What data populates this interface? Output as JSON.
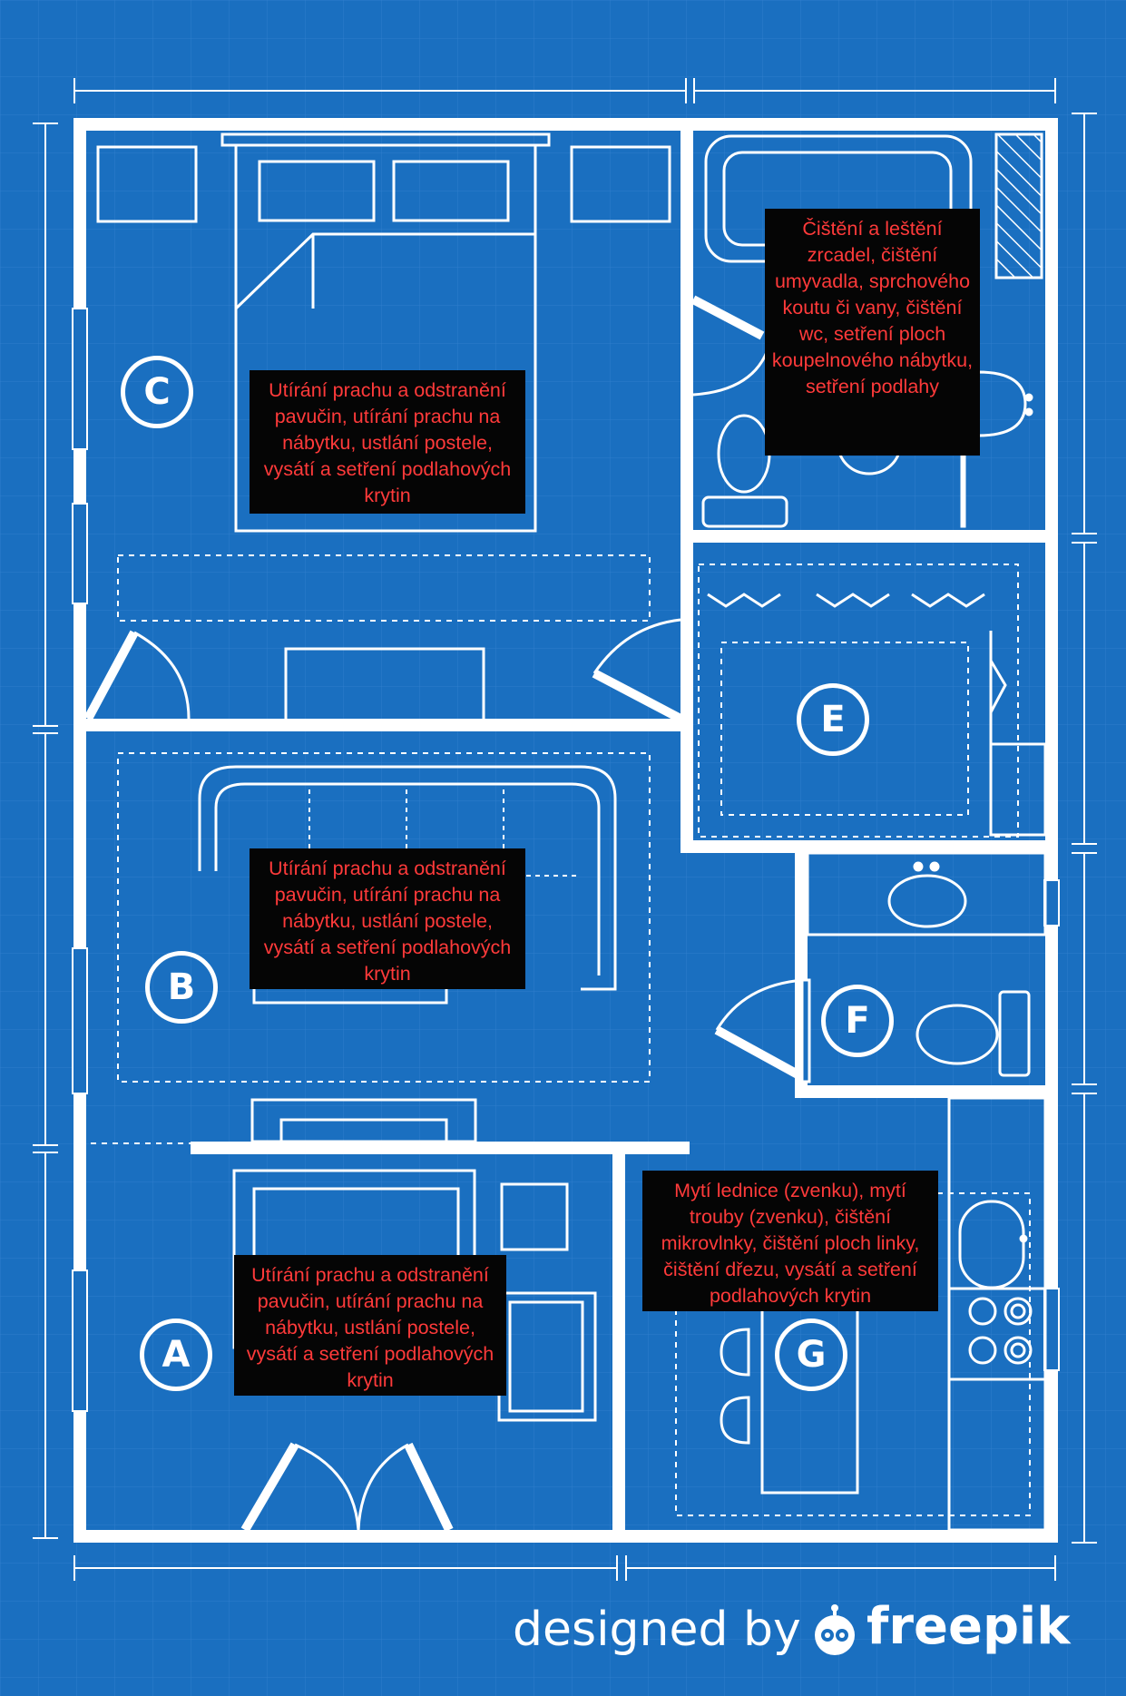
{
  "rooms": {
    "A": {
      "letter": "A",
      "note": "Utírání prachu a odstranění pavučin, utírání prachu na nábytku, ustlání postele, vysátí a setření podlahových krytin"
    },
    "B": {
      "letter": "B",
      "note": "Utírání prachu a odstranění pavučin, utírání prachu na nábytku, ustlání postele, vysátí a setření podlahových krytin"
    },
    "C": {
      "letter": "C",
      "note": "Utírání prachu a odstranění pavučin, utírání prachu na nábytku, ustlání postele, vysátí a setření podlahových krytin"
    },
    "E": {
      "letter": "E"
    },
    "F": {
      "letter": "F"
    },
    "G": {
      "letter": "G",
      "note": "Mytí lednice (zvenku), mytí trouby (zvenku), čištění mikrovlnky, čištění ploch linky, čištění dřezu, vysátí a setření podlahových krytin"
    },
    "bathroom": {
      "note": "Čištění a leštění zrcadel, čištění umyvadla, sprchového koutu či vany, čištění wc, setření ploch koupelnového nábytku, setření podlahy"
    }
  },
  "credit": {
    "prefix": "designed by",
    "brand": "freepik"
  },
  "colors": {
    "background": "#1a6fc0",
    "lines": "#ffffff",
    "note_bg": "#050505",
    "note_text": "#ff3a3a"
  }
}
